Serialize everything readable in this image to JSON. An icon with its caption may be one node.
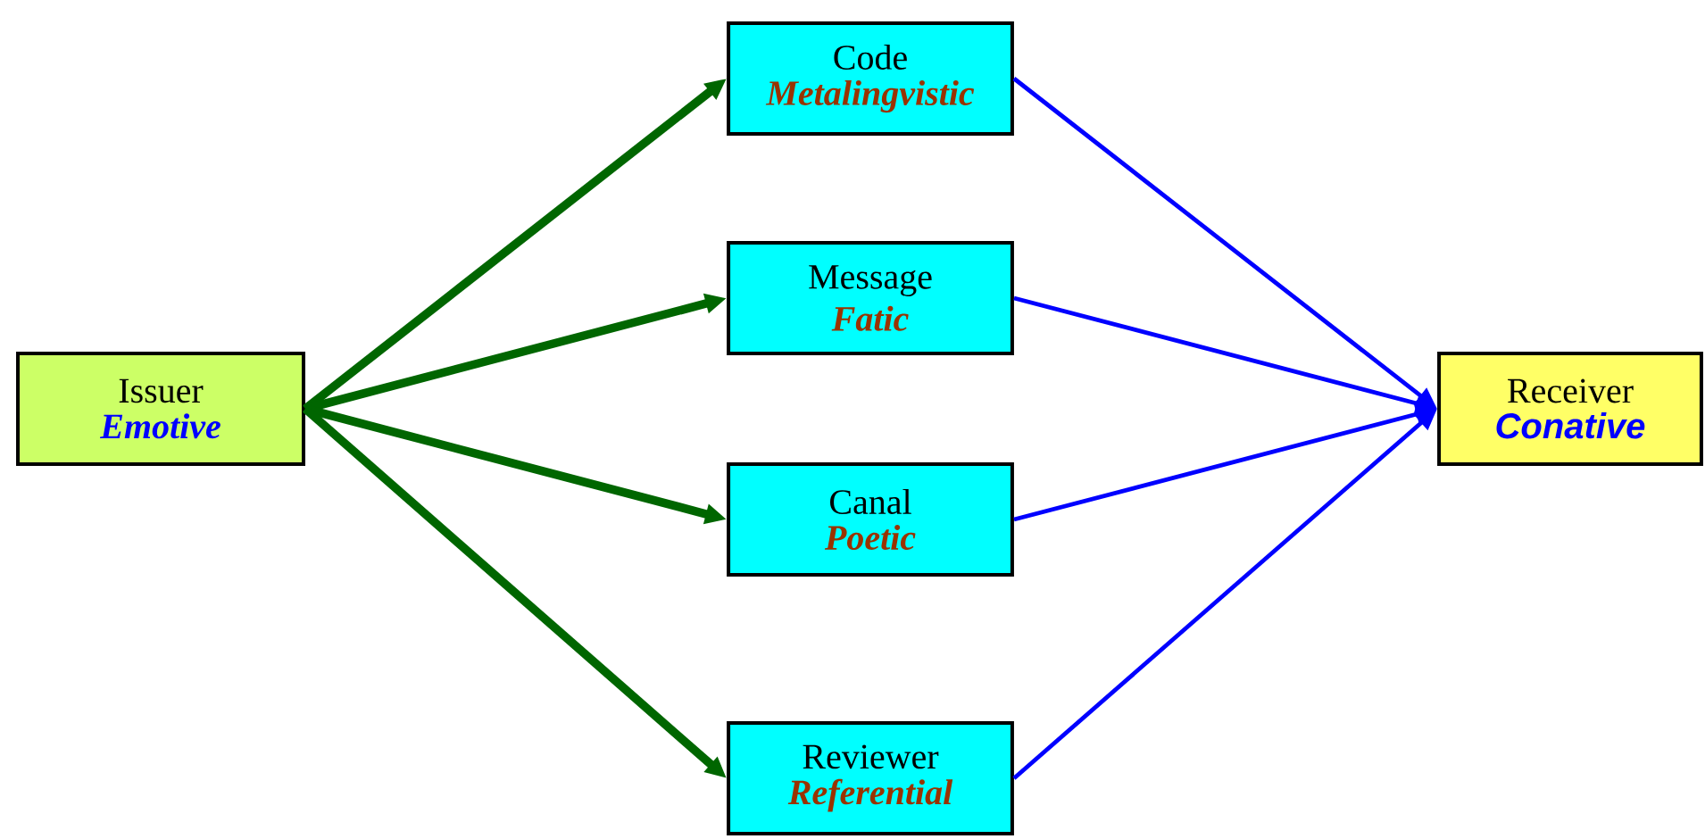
{
  "diagram": {
    "nodes": [
      {
        "text": [
          "Issuer",
          "Emotive"
        ]
      },
      {
        "text": [
          "Code",
          "Metalingvistic"
        ]
      },
      {
        "text": [
          "Message",
          "Fatic"
        ]
      },
      {
        "text": [
          "Canal",
          "Poetic"
        ]
      },
      {
        "text": [
          "Reviewer",
          "Referential"
        ]
      },
      {
        "text": [
          "Receiver",
          "Conative"
        ]
      }
    ],
    "edges": [
      {
        "from": 0,
        "to": 1,
        "arrow": "to",
        "style": "thick",
        "color": "#006600"
      },
      {
        "from": 0,
        "to": 2,
        "arrow": "to",
        "style": "thick",
        "color": "#006600"
      },
      {
        "from": 0,
        "to": 3,
        "arrow": "to",
        "style": "thick",
        "color": "#006600"
      },
      {
        "from": 0,
        "to": 4,
        "arrow": "to",
        "style": "thick",
        "color": "#006600"
      },
      {
        "from": 1,
        "to": 5,
        "arrow": "to",
        "color": "#0000ff"
      },
      {
        "from": 2,
        "to": 5,
        "arrow": "to",
        "color": "#0000ff"
      },
      {
        "from": 3,
        "to": 5,
        "arrow": "to",
        "color": "#0000ff"
      },
      {
        "from": 4,
        "to": 5,
        "arrow": "to",
        "color": "#0000ff"
      }
    ]
  }
}
